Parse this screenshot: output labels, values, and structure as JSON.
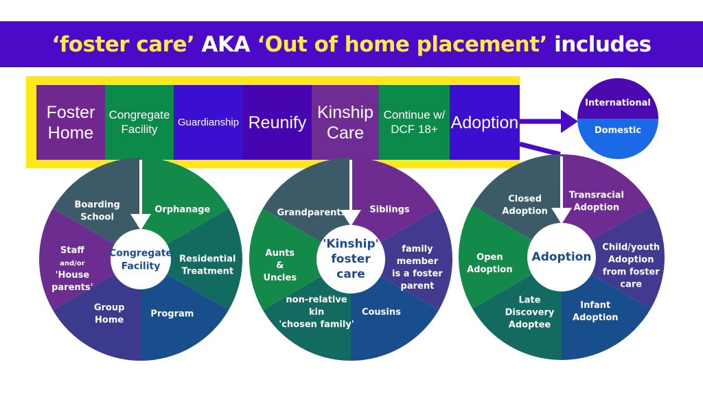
{
  "header": {
    "title_parts": [
      {
        "text": "‘foster care’",
        "color": "#ffe94a"
      },
      {
        "text": " AKA ",
        "color": "#ffffff"
      },
      {
        "text": "‘Out of home placement’",
        "color": "#ffe94a"
      },
      {
        "text": " includes",
        "color": "#ffffff"
      }
    ],
    "background": "#4a0ac8"
  },
  "placement_types": [
    {
      "line1": "Foster",
      "line2": "Home",
      "color": "#70288e"
    },
    {
      "line1": "Congregate",
      "line2": "Facility",
      "color": "#0b8a4a"
    },
    {
      "line1": "Guardianship",
      "line2": "",
      "color": "#3b0fcf"
    },
    {
      "line1": "Reunify",
      "line2": "",
      "color": "#4605b0"
    },
    {
      "line1": "Kinship",
      "line2": "Care",
      "color": "#6f2c93"
    },
    {
      "line1": "Continue w/",
      "line2": "DCF 18+",
      "color": "#0b8a4a"
    },
    {
      "line1": "Adoption",
      "line2": "",
      "color": "#3c0fd0"
    }
  ],
  "adoption_scope": {
    "top": {
      "label": "International",
      "color": "#4a0ab0"
    },
    "bottom": {
      "label": "Domestic",
      "color": "#1a6ae8"
    }
  },
  "wheels": [
    {
      "center": [
        "Congregate",
        "Facility"
      ],
      "segments": [
        {
          "lines": [
            "Orphanage"
          ],
          "color": "#13894a"
        },
        {
          "lines": [
            "Residential",
            "Treatment"
          ],
          "color": "#136a60"
        },
        {
          "lines": [
            "Program"
          ],
          "color": "#184e8c"
        },
        {
          "lines": [
            "Group",
            "Home"
          ],
          "color": "#3c3a8c"
        },
        {
          "lines": [
            "Staff",
            "and/or",
            "'House",
            "parents'"
          ],
          "color": "#6c2c90"
        },
        {
          "lines": [
            "Boarding",
            "School"
          ],
          "color": "#3c5a68"
        }
      ]
    },
    {
      "center": [
        "'Kinship'",
        "foster",
        "care"
      ],
      "segments": [
        {
          "lines": [
            "Siblings"
          ],
          "color": "#6e2c90"
        },
        {
          "lines": [
            "family",
            "member",
            "is a foster",
            "parent"
          ],
          "color": "#413a8e"
        },
        {
          "lines": [
            "Cousins"
          ],
          "color": "#184e8c"
        },
        {
          "lines": [
            "non-relative",
            "kin",
            "'chosen family'"
          ],
          "color": "#136a60"
        },
        {
          "lines": [
            "Aunts",
            "&",
            "Uncles"
          ],
          "color": "#13894a"
        },
        {
          "lines": [
            "Grandparents"
          ],
          "color": "#3c5a68"
        }
      ]
    },
    {
      "center": [
        "Adoption"
      ],
      "segments": [
        {
          "lines": [
            "Transracial",
            "Adoption"
          ],
          "color": "#6e2c90"
        },
        {
          "lines": [
            "Child/youth",
            "Adoption",
            "from foster",
            "care"
          ],
          "color": "#413a8e"
        },
        {
          "lines": [
            "Infant",
            "Adoption"
          ],
          "color": "#184e8c"
        },
        {
          "lines": [
            "Late",
            "Discovery",
            "Adoptee"
          ],
          "color": "#136a60"
        },
        {
          "lines": [
            "Open",
            "Adoption"
          ],
          "color": "#13894a"
        },
        {
          "lines": [
            "Closed",
            "Adoption"
          ],
          "color": "#3c5a68"
        }
      ]
    }
  ]
}
